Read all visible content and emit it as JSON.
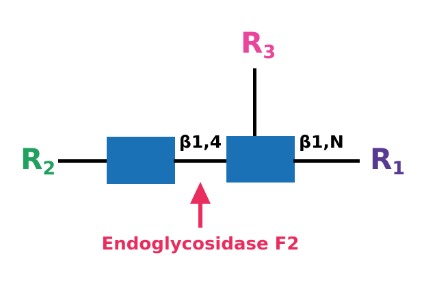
{
  "diagram": {
    "r_groups": {
      "r1": {
        "base": "R",
        "sub": "1"
      },
      "r2": {
        "base": "R",
        "sub": "2"
      },
      "r3": {
        "base": "R",
        "sub": "3"
      }
    },
    "bonds": {
      "left_bond_label": "β1,4",
      "right_bond_label": "β1,N"
    },
    "enzyme": {
      "name": "Endoglycosidase F2"
    }
  },
  "colors": {
    "sugar": "#1B71B5",
    "line": "#000000",
    "r1": "#583A93",
    "r2": "#21A05F",
    "r3": "#EA449B",
    "enzyme": "#E92D5E"
  }
}
